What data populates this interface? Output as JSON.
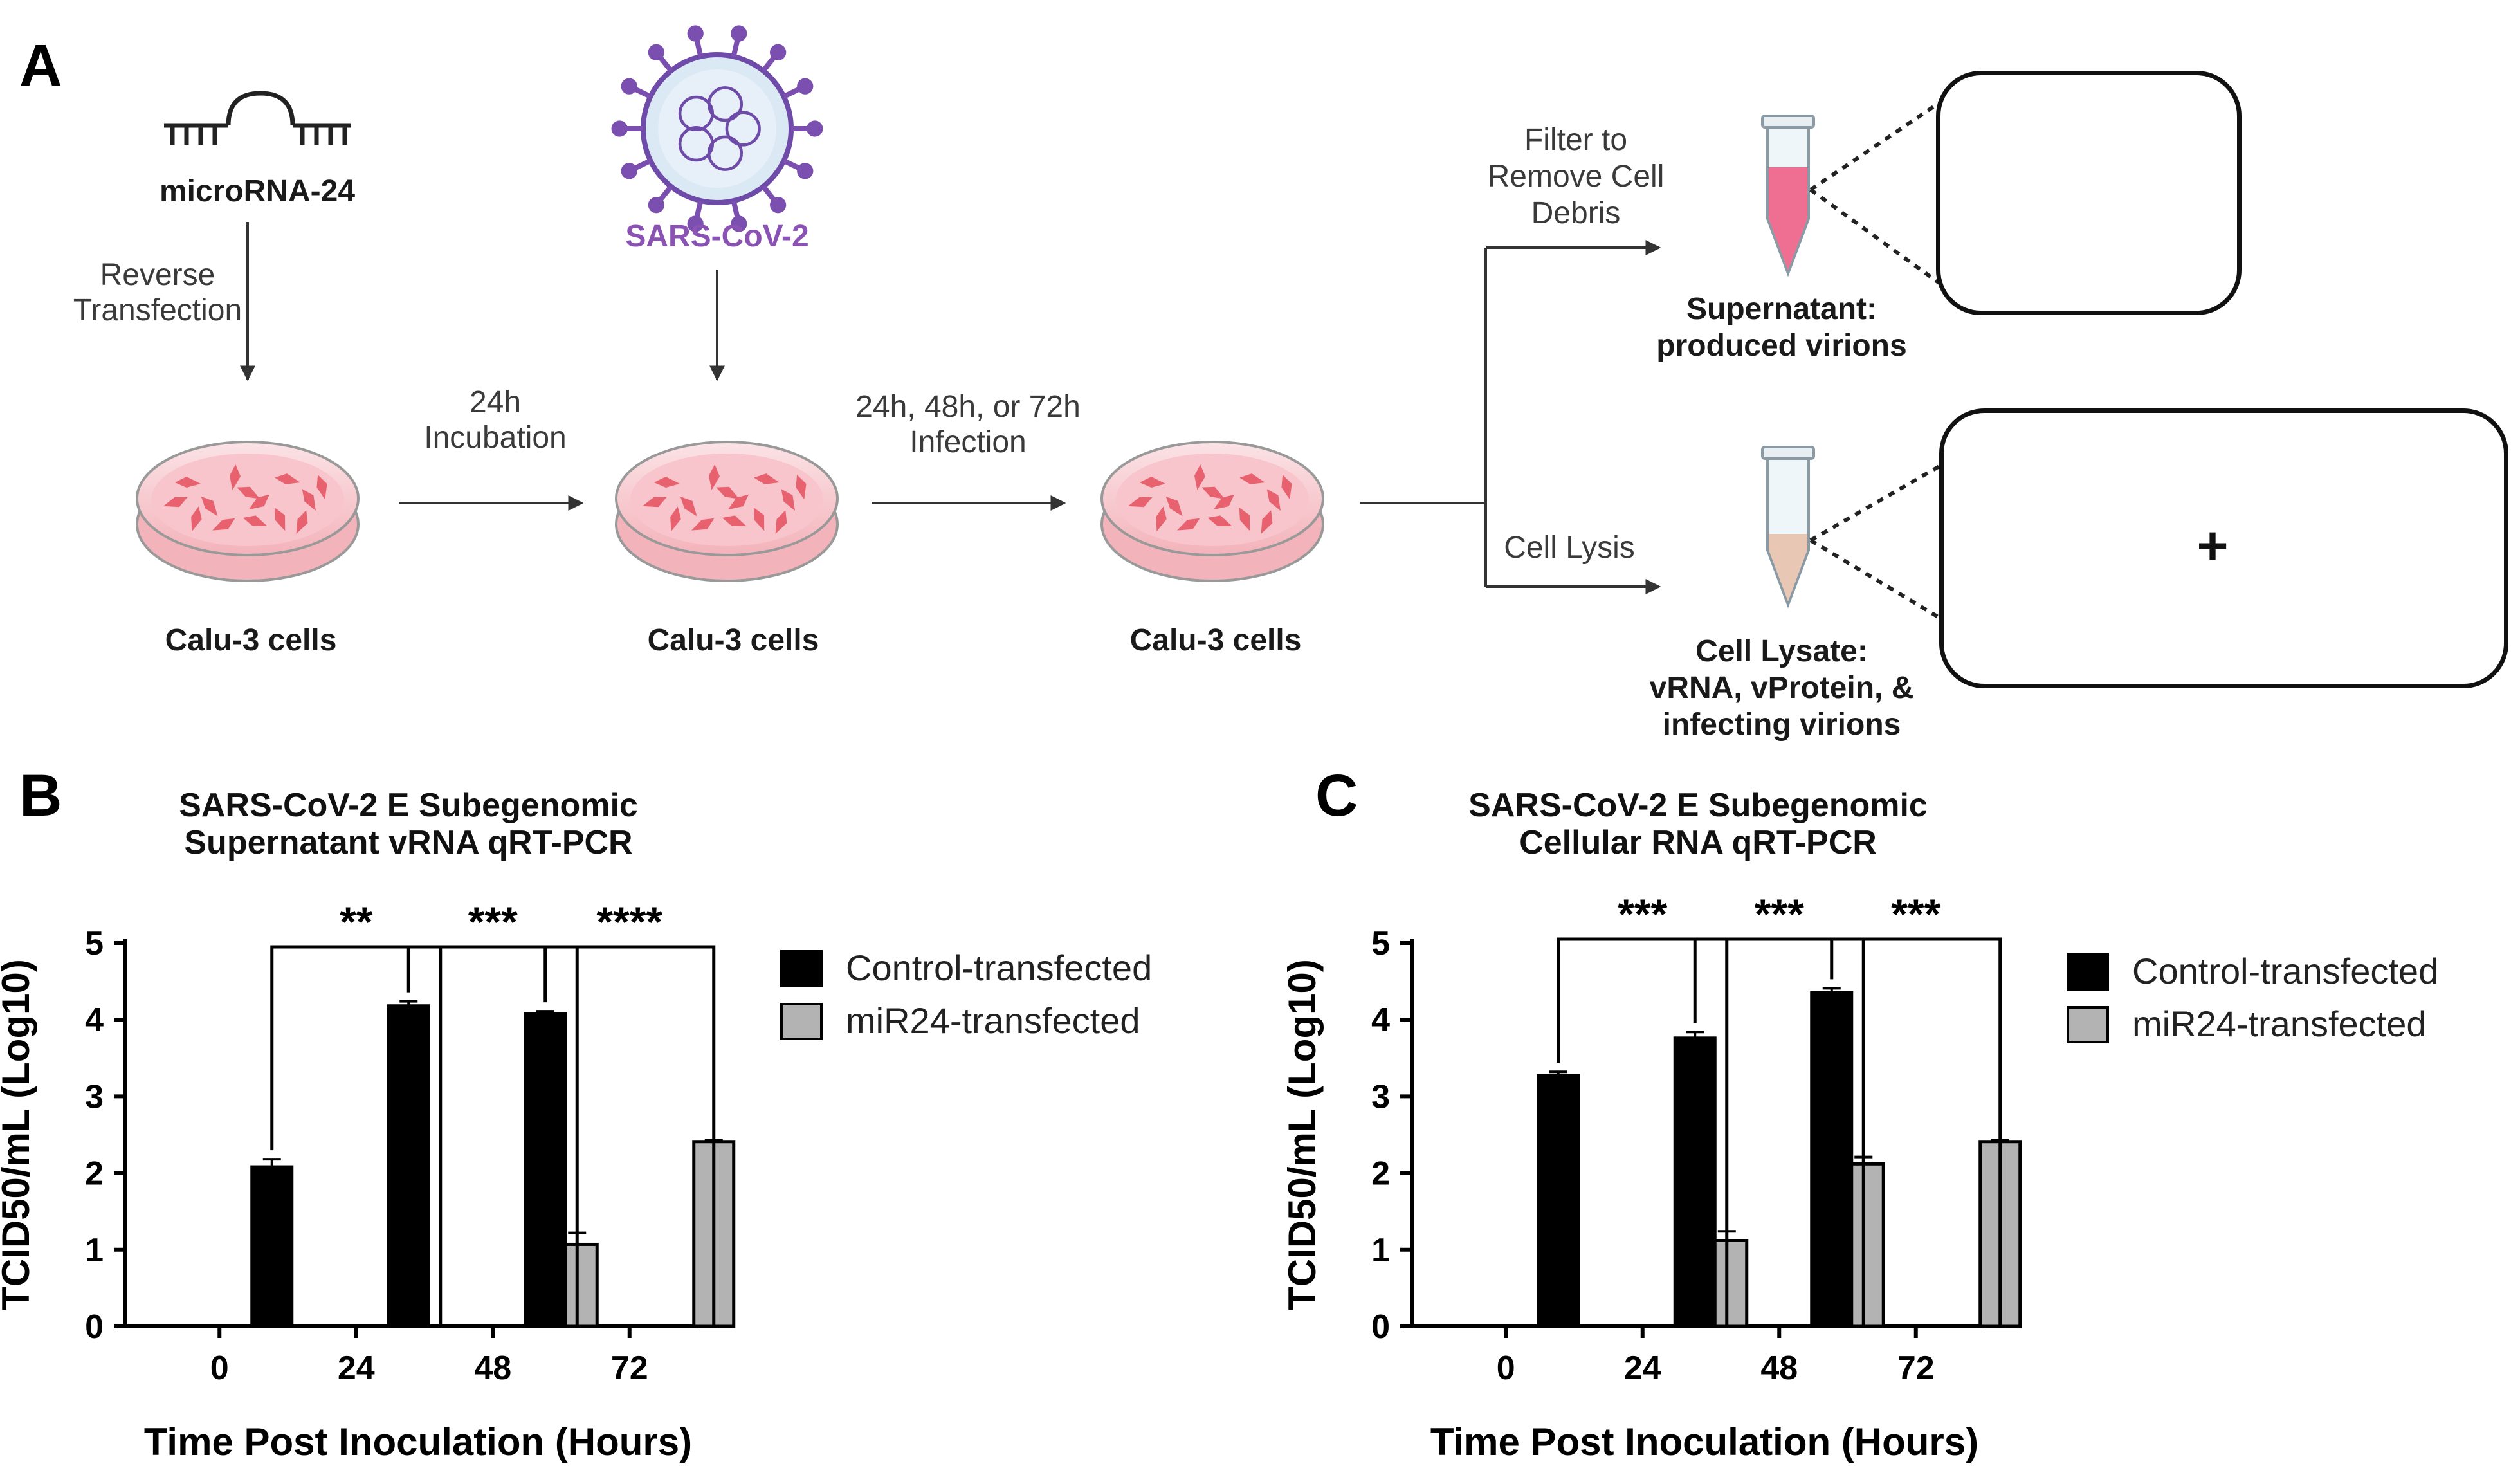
{
  "panels": {
    "a": "A",
    "b": "B",
    "c": "C"
  },
  "schematic": {
    "microrna_label": "microRNA-24",
    "reverse_transfection_line1": "Reverse",
    "reverse_transfection_line2": "Transfection",
    "virus_label": "SARS-CoV-2",
    "incubation_line1": "24h",
    "incubation_line2": "Incubation",
    "infection_line1": "24h, 48h, or 72h",
    "infection_line2": "Infection",
    "cells_1": "Calu-3 cells",
    "cells_2": "Calu-3 cells",
    "cells_3": "Calu-3 cells",
    "filter_line1": "Filter to",
    "filter_line2": "Remove Cell",
    "filter_line3": "Debris",
    "lysis_label": "Cell Lysis",
    "supernatant_line1": "Supernatant:",
    "supernatant_line2": "produced virions",
    "lysate_line1": "Cell Lysate:",
    "lysate_line2": "vRNA, vProtein, &",
    "lysate_line3": "infecting virions",
    "plus": "+"
  },
  "colors": {
    "control": "#000000",
    "mir24": "#b3b3b3",
    "virus_purple": "#7b4fb0",
    "virus_label": "#8a52b3",
    "dish_pink": "#f4b6bd",
    "cell_red": "#e5505e",
    "supernatant_pink": "#ef6f93",
    "lysate_tan": "#e8c7b5"
  },
  "chart_data": [
    {
      "type": "bar",
      "title": [
        "SARS-CoV-2 E Subegenomic",
        "Supernatant vRNA qRT-PCR"
      ],
      "xlabel": "Time Post Inoculation (Hours)",
      "ylabel": "TCID50/mL (Log10)",
      "ylim": [
        0,
        5
      ],
      "yticks": [
        "0",
        "1",
        "2",
        "3",
        "4",
        "5"
      ],
      "categories": [
        "0",
        "24",
        "48",
        "72"
      ],
      "series": [
        {
          "name": "Control-transfected",
          "values": [
            0,
            2.08,
            4.18,
            4.08
          ],
          "errors": [
            0,
            0.1,
            0.06,
            0.03
          ]
        },
        {
          "name": "miR24-transfected",
          "values": [
            0,
            0,
            1.07,
            2.41
          ],
          "errors": [
            0,
            0,
            0.15,
            0.02
          ]
        }
      ],
      "significance": [
        {
          "category": "24",
          "label": "**"
        },
        {
          "category": "48",
          "label": "***"
        },
        {
          "category": "72",
          "label": "****"
        }
      ],
      "legend": "right"
    },
    {
      "type": "bar",
      "title": [
        "SARS-CoV-2 E Subegenomic",
        "Cellular RNA qRT-PCR"
      ],
      "xlabel": "Time Post Inoculation (Hours)",
      "ylabel": "TCID50/mL (Log10)",
      "ylim": [
        0,
        5
      ],
      "yticks": [
        "0",
        "1",
        "2",
        "3",
        "4",
        "5"
      ],
      "categories": [
        "0",
        "24",
        "48",
        "72"
      ],
      "series": [
        {
          "name": "Control-transfected",
          "values": [
            0,
            3.27,
            3.76,
            4.35
          ],
          "errors": [
            0,
            0.05,
            0.08,
            0.06
          ]
        },
        {
          "name": "miR24-transfected",
          "values": [
            0,
            1.12,
            2.12,
            2.41
          ],
          "errors": [
            0,
            0.12,
            0.09,
            0.02
          ]
        }
      ],
      "significance": [
        {
          "category": "24",
          "label": "***"
        },
        {
          "category": "48",
          "label": "***"
        },
        {
          "category": "72",
          "label": "***"
        }
      ],
      "legend": "right"
    }
  ]
}
